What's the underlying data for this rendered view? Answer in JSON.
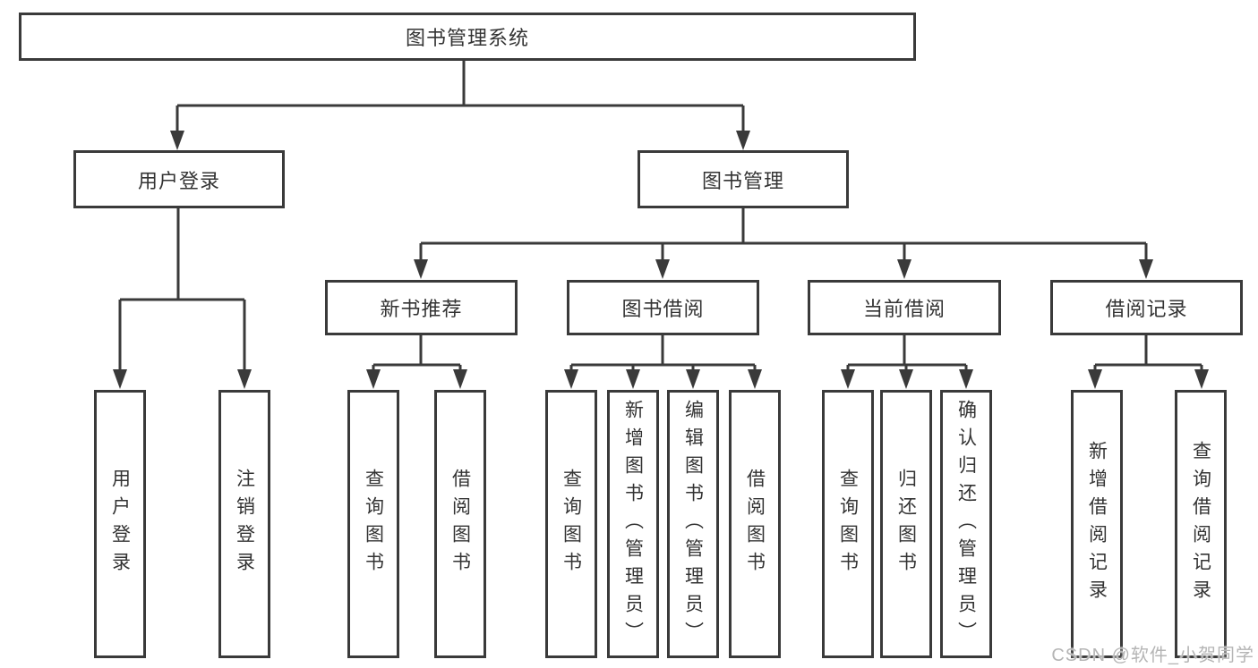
{
  "diagram": {
    "title": "图书管理系统",
    "root": "图书管理系统",
    "level2": [
      "用户登录",
      "图书管理"
    ],
    "level3": [
      "新书推荐",
      "图书借阅",
      "当前借阅",
      "借阅记录"
    ],
    "leaves_user_login": [
      "用户登录",
      "注销登录"
    ],
    "leaves_new_books": [
      "查询图书",
      "借阅图书"
    ],
    "leaves_book_borrow": [
      "查询图书",
      "新增图书（管理员）",
      "编辑图书（管理员）",
      "借阅图书"
    ],
    "leaves_current_borrow": [
      "查询图书",
      "归还图书",
      "确认归还（管理员）"
    ],
    "leaves_borrow_records": [
      "新增借阅记录",
      "查询借阅记录"
    ]
  },
  "watermark": "CSDN @软件_小贺同学",
  "colors": {
    "line": "#3a3a3a",
    "text": "#333333",
    "watermark": "#b5b5b5",
    "background": "#ffffff"
  }
}
